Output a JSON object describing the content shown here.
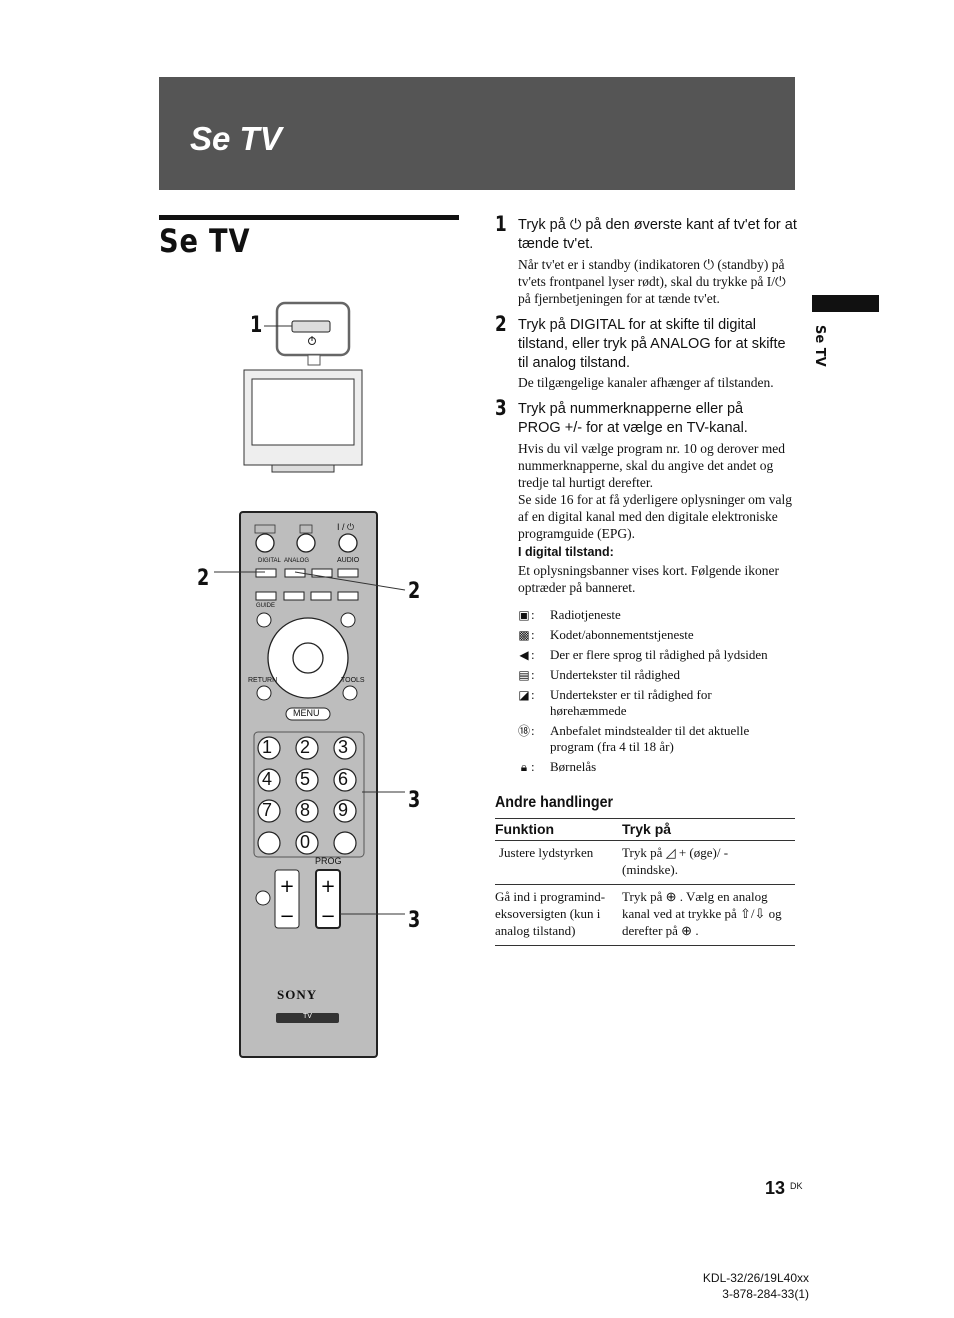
{
  "banner": {
    "title": "Se TV"
  },
  "section": {
    "title": "Se TV",
    "side_label": "Se TV"
  },
  "steps": [
    {
      "num": "1",
      "text": "Tryk på ⏻ på den øverste kant af tv'et for at tænde tv'et.",
      "note": "Når tv'et er i standby (indikatoren ⏻ (standby) på tv'ets frontpanel lyser rødt), skal du trykke på I/⏻ på fjernbetjeningen for at tænde tv'et."
    },
    {
      "num": "2",
      "text": "Tryk på DIGITAL for at skifte til digital tilstand, eller tryk på ANALOG for at skifte til analog tilstand.",
      "note": "De tilgængelige kanaler afhænger af tilstanden."
    },
    {
      "num": "3",
      "text": "Tryk på nummerknapperne eller på PROG +/- for at vælge en TV-kanal.",
      "note": "Hvis du vil vælge program nr. 10 og derover med nummerknapperne, skal du angive det andet og tredje tal hurtigt derefter.",
      "note2": "Se side 16 for at få yderligere oplysninger om valg af en digital kanal med den digitale elektroniske programguide (EPG)."
    }
  ],
  "digital": {
    "heading": "I digital tilstand:",
    "text": "Et oplysningsbanner vises kort. Følgende ikoner optræder på banneret.",
    "icons": [
      {
        "icon": "radio-icon",
        "label": "Radiotjeneste"
      },
      {
        "icon": "scrambled-icon",
        "label": "Kodet/abonnementstjeneste"
      },
      {
        "icon": "audio-language-icon",
        "label": "Der er flere sprog til rådighed på lydsiden"
      },
      {
        "icon": "subtitle-icon",
        "label": "Undertekster til rådighed"
      },
      {
        "icon": "hearing-impaired-subtitle-icon",
        "label": "Undertekster er til rådighed for hørehæmmede"
      },
      {
        "icon": "age-rating-icon",
        "label": "Anbefalet mindstealder til det aktuelle program (fra 4 til 18 år)"
      },
      {
        "icon": "lock-icon",
        "label": "Børnelås"
      }
    ]
  },
  "other": {
    "heading": "Andre handlinger",
    "col1": "Funktion",
    "col2": "Tryk på",
    "rows": [
      {
        "func": "Justere lydstyrken",
        "press": "Tryk på ◿ + (øge)/ - (mindske)."
      },
      {
        "func": "Gå ind i programind-eksoversigten (kun i analog tilstand)",
        "press": "Tryk på ⊕ . Vælg en analog kanal ved at trykke på ⇧/⇩ og derefter på ⊕ ."
      }
    ]
  },
  "callouts": {
    "c1": "1",
    "c2a": "2",
    "c2b": "2",
    "c3a": "3",
    "c3b": "3"
  },
  "remote": {
    "labels": {
      "digital": "DIGITAL",
      "analog": "ANALOG",
      "audio": "AUDIO",
      "guide": "GUIDE",
      "return": "RETURN",
      "tools": "TOOLS",
      "menu": "MENU",
      "prog": "PROG",
      "brand": "SONY",
      "tv": "TV",
      "power": "I / ⏻"
    },
    "numbers": [
      "1",
      "2",
      "3",
      "4",
      "5",
      "6",
      "7",
      "8",
      "9",
      "0"
    ]
  },
  "footer": {
    "page": "13",
    "page_suffix": "DK",
    "model": "KDL-32/26/19L40xx",
    "code": "3-878-284-33(1)"
  }
}
